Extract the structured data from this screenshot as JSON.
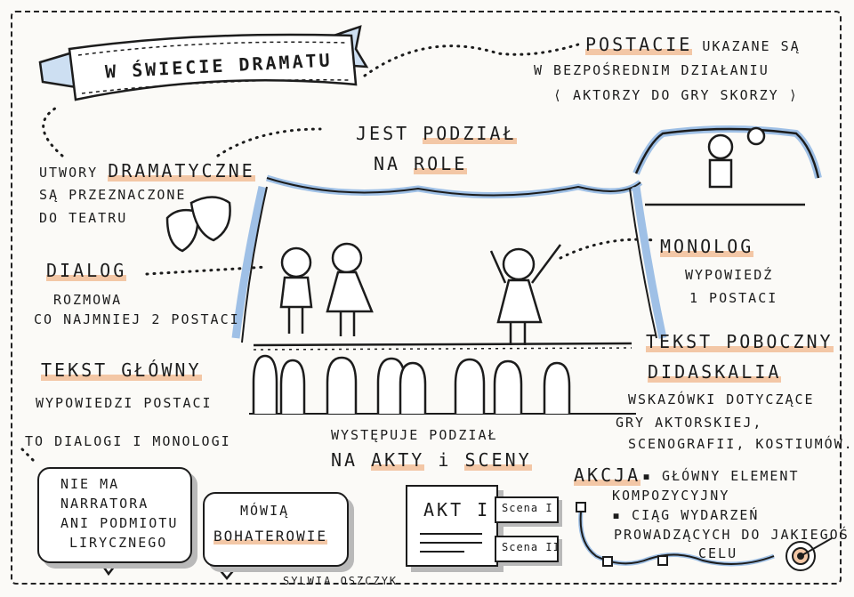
{
  "title": "W ŚWIECIE DRAMATU",
  "postacie": {
    "head": "POSTACIE",
    "rest": "UKAZANE SĄ",
    "line2": "W BEZPOŚREDNIM DZIAŁANIU",
    "line3": "⟨ AKTORZY DO GRY SKORZY ⟩"
  },
  "podzial": {
    "prefix": "JEST",
    "head": "PODZIAŁ",
    "line2a": "NA",
    "line2b": "ROLE"
  },
  "utwory": {
    "l1a": "UTWORY",
    "l1b": "DRAMATYCZNE",
    "l2": "SĄ PRZEZNACZONE",
    "l3": "DO TEATRU"
  },
  "dialog": {
    "head": "DIALOG",
    "l2": "ROZMOWA",
    "l3": "CO NAJMNIEJ 2 POSTACI"
  },
  "monolog": {
    "head": "MONOLOG",
    "l2": "WYPOWIEDŹ",
    "l3": "1 POSTACI"
  },
  "tekst_glowny": {
    "head": "TEKST GŁÓWNY",
    "l2": "WYPOWIEDZI POSTACI",
    "l3": "TO DIALOGI I MONOLOGI"
  },
  "tekst_poboczny": {
    "head": "TEKST POBOCZNY",
    "sub": "DIDASKALIA",
    "l3": "WSKAZÓWKI DOTYCZĄCE",
    "l4": "GRY AKTORSKIEJ,",
    "l5": "SCENOGRAFII, KOSTIUMÓW..."
  },
  "akty": {
    "l1": "WYSTĘPUJE PODZIAŁ",
    "l2a": "NA",
    "l2b": "AKTY",
    "l2c": "i",
    "l2d": "SCENY"
  },
  "narrator": {
    "l1": "NIE MA",
    "l2": "NARRATORA",
    "l3": "ANI PODMIOTU",
    "l4": "LIRYCZNEGO"
  },
  "bohaterowie": {
    "l1": "MÓWIĄ",
    "l2": "BOHATEROWIE"
  },
  "akt_card": {
    "label": "AKT I",
    "scena1": "Scena I",
    "scena2": "Scena II"
  },
  "akcja": {
    "head": "AKCJA",
    "b1a": "▪ GŁÓWNY ELEMENT",
    "b1b": "KOMPOZYCYJNY",
    "b2a": "▪ CIĄG WYDARZEŃ",
    "b2b": "PROWADZĄCYCH DO JAKIEGOŚ",
    "b2c": "CELU"
  },
  "author": "SYLWIA OSZCZYK",
  "colors": {
    "highlight": "#f3c7a6",
    "blue": "#9fc0e6",
    "ink": "#1c1c1c"
  }
}
